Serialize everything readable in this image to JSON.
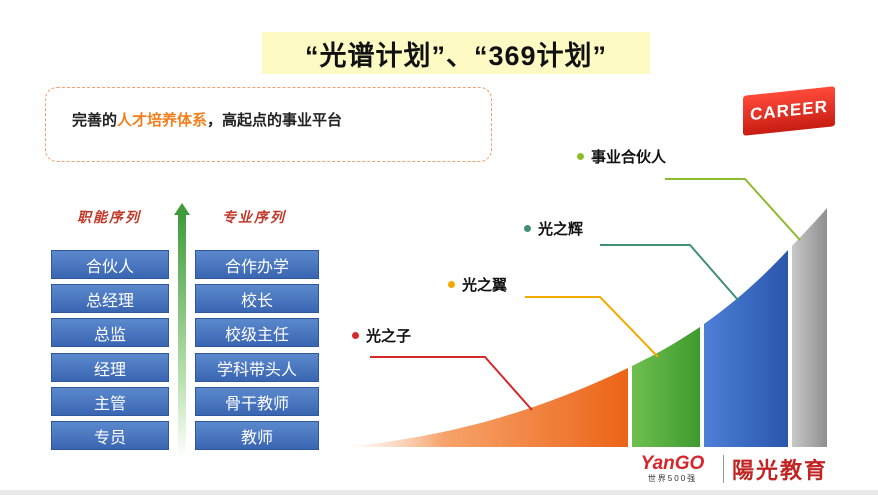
{
  "title": "“光谱计划”、“369计划”",
  "intro": {
    "prefix": "完善的",
    "highlight": "人才培养体系",
    "suffix": "，高起点的事业平台"
  },
  "left_column": {
    "header": "职能序列",
    "items": [
      "合伙人",
      "总经理",
      "总监",
      "经理",
      "主管",
      "专员"
    ]
  },
  "right_column": {
    "header": "专业序列",
    "items": [
      "合作办学",
      "校长",
      "校级主任",
      "学科带头人",
      "骨干教师",
      "教师"
    ]
  },
  "stages": [
    {
      "label": "光之子",
      "color": "#d42a2a"
    },
    {
      "label": "光之翼",
      "color": "#f2a900"
    },
    {
      "label": "光之辉",
      "color": "#3f8f79"
    },
    {
      "label": "事业合伙人",
      "color": "#8dbb2e"
    }
  ],
  "colors": {
    "orange_segment": "#ef6a1f",
    "green_segment": "#4aa13b",
    "blue_segment": "#2f5fb8",
    "gray_segment": "#a6a6a6"
  },
  "career_logo": {
    "text": "CAREER"
  },
  "footer": {
    "brand_mark": "YanGO",
    "brand_sub": "世界500强",
    "brand_cn": "陽光教育"
  }
}
